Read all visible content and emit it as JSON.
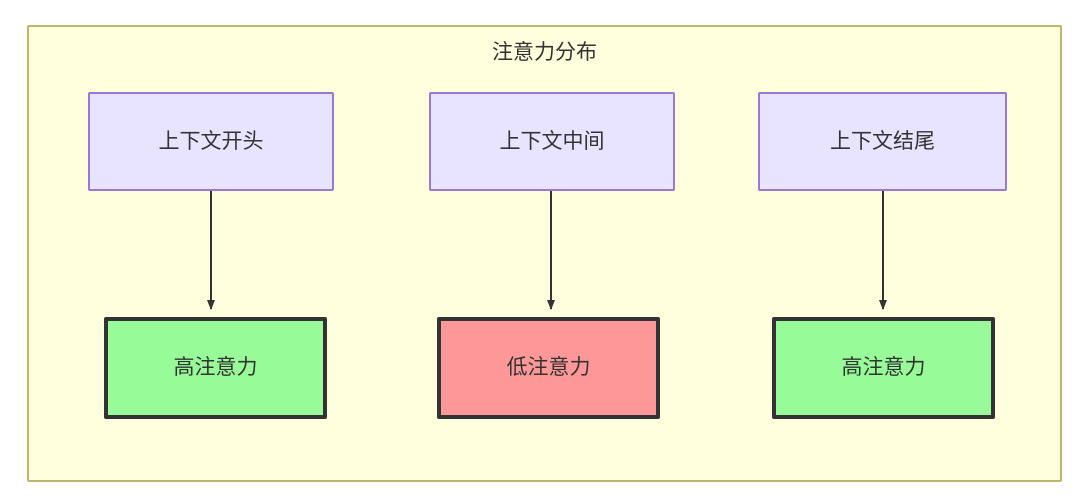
{
  "diagram": {
    "type": "flowchart",
    "title": "注意力分布",
    "container": {
      "label": "注意力分布",
      "fill": "#ffffdd",
      "stroke": "#bdb76b"
    },
    "nodes": [
      {
        "id": "ctx-start",
        "label": "上下文开头",
        "group": "context",
        "fill": "#e8e4ff",
        "stroke": "#9a78d4"
      },
      {
        "id": "ctx-middle",
        "label": "上下文中间",
        "group": "context",
        "fill": "#e8e4ff",
        "stroke": "#9a78d4"
      },
      {
        "id": "ctx-end",
        "label": "上下文结尾",
        "group": "context",
        "fill": "#e8e4ff",
        "stroke": "#9a78d4"
      },
      {
        "id": "attn-start",
        "label": "高注意力",
        "group": "attention",
        "level": "high",
        "fill": "#97fb98",
        "stroke": "#333333"
      },
      {
        "id": "attn-middle",
        "label": "低注意力",
        "group": "attention",
        "level": "low",
        "fill": "#fd9798",
        "stroke": "#333333"
      },
      {
        "id": "attn-end",
        "label": "高注意力",
        "group": "attention",
        "level": "high",
        "fill": "#97fb98",
        "stroke": "#333333"
      }
    ],
    "edges": [
      {
        "id": "edge-start",
        "from": "ctx-start",
        "to": "attn-start",
        "label": "",
        "stroke": "#333333"
      },
      {
        "id": "edge-middle",
        "from": "ctx-middle",
        "to": "attn-middle",
        "label": "",
        "stroke": "#333333"
      },
      {
        "id": "edge-end",
        "from": "ctx-end",
        "to": "attn-end",
        "label": "",
        "stroke": "#333333"
      }
    ]
  }
}
